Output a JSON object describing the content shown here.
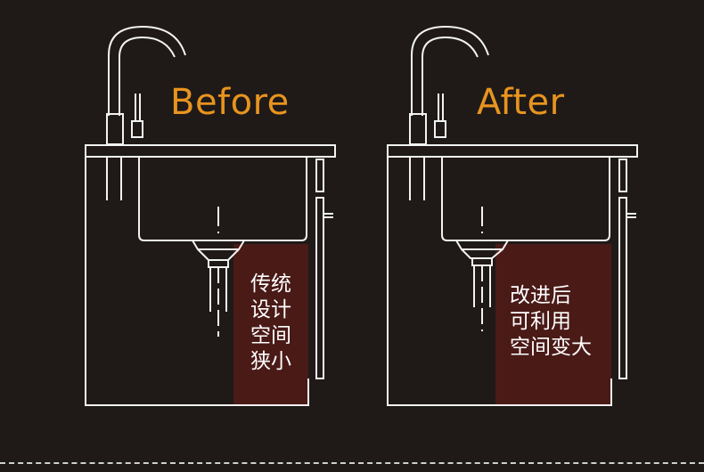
{
  "before": {
    "heading": "Before",
    "lines": [
      "传统",
      "设计",
      "空间",
      "狭小"
    ]
  },
  "after": {
    "heading": "After",
    "lines": [
      "改进后",
      "可利用",
      "空间变大"
    ]
  },
  "colors": {
    "background": "#1f1a18",
    "accent": "#e8941f",
    "space_fill": "#4a1a17",
    "line": "#f2f2f2"
  },
  "icons": [
    "faucet-icon",
    "sink-cabinet-icon",
    "drain-pipe-icon"
  ]
}
